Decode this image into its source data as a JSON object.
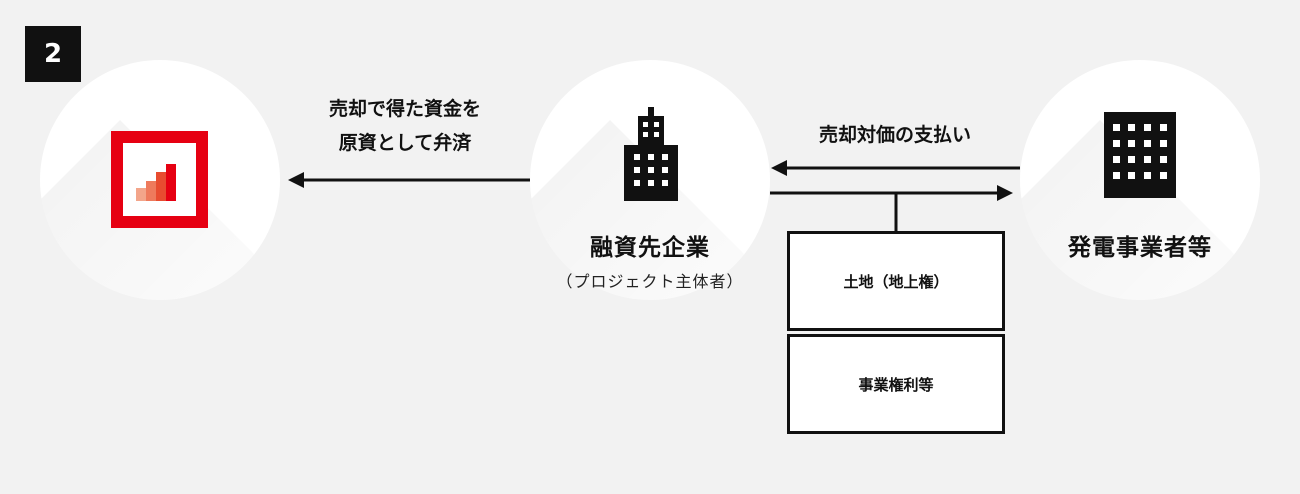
{
  "step_number": "2",
  "left_arrow_label": [
    "売却で得た資金を",
    "原資として弁済"
  ],
  "right_arrow_label": "売却対価の支払い",
  "middle_entity": {
    "title": "融資先企業",
    "subtitle": "（プロジェクト主体者）"
  },
  "right_entity": {
    "title": "発電事業者等"
  },
  "assets": [
    {
      "label": "土地（地上権）"
    },
    {
      "label": "事業権利等"
    }
  ],
  "icons": {
    "left": "bank-logo-icon",
    "middle": "tower-building-icon",
    "right": "office-building-icon"
  },
  "colors": {
    "brand_red": "#e60012",
    "background": "#f2f2f2",
    "ink": "#111111"
  }
}
